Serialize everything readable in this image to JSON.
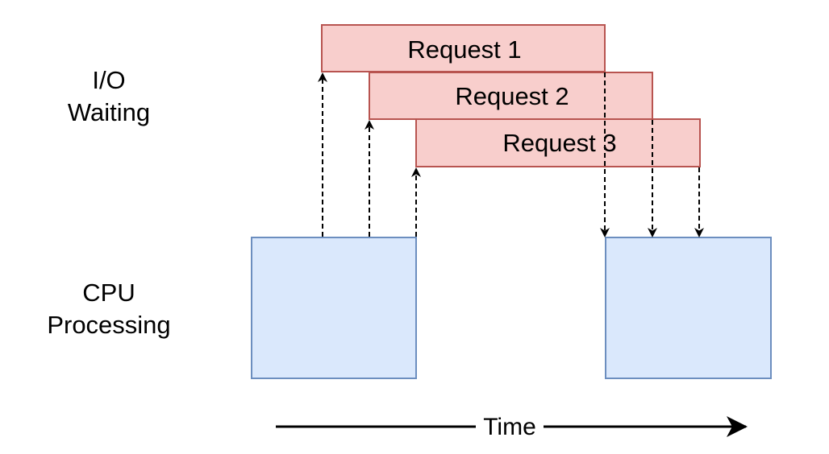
{
  "rows": {
    "io_line1": "I/O",
    "io_line2": "Waiting",
    "cpu_line1": "CPU",
    "cpu_line2": "Processing"
  },
  "requests": [
    {
      "label": "Request 1"
    },
    {
      "label": "Request 2"
    },
    {
      "label": "Request 3"
    }
  ],
  "time_axis": {
    "label": "Time"
  },
  "colors": {
    "cpu_fill": "#dae8fc",
    "cpu_stroke": "#6c8ebf",
    "request_fill": "#f8cecc",
    "request_stroke": "#b85450",
    "arrow": "#000000"
  }
}
